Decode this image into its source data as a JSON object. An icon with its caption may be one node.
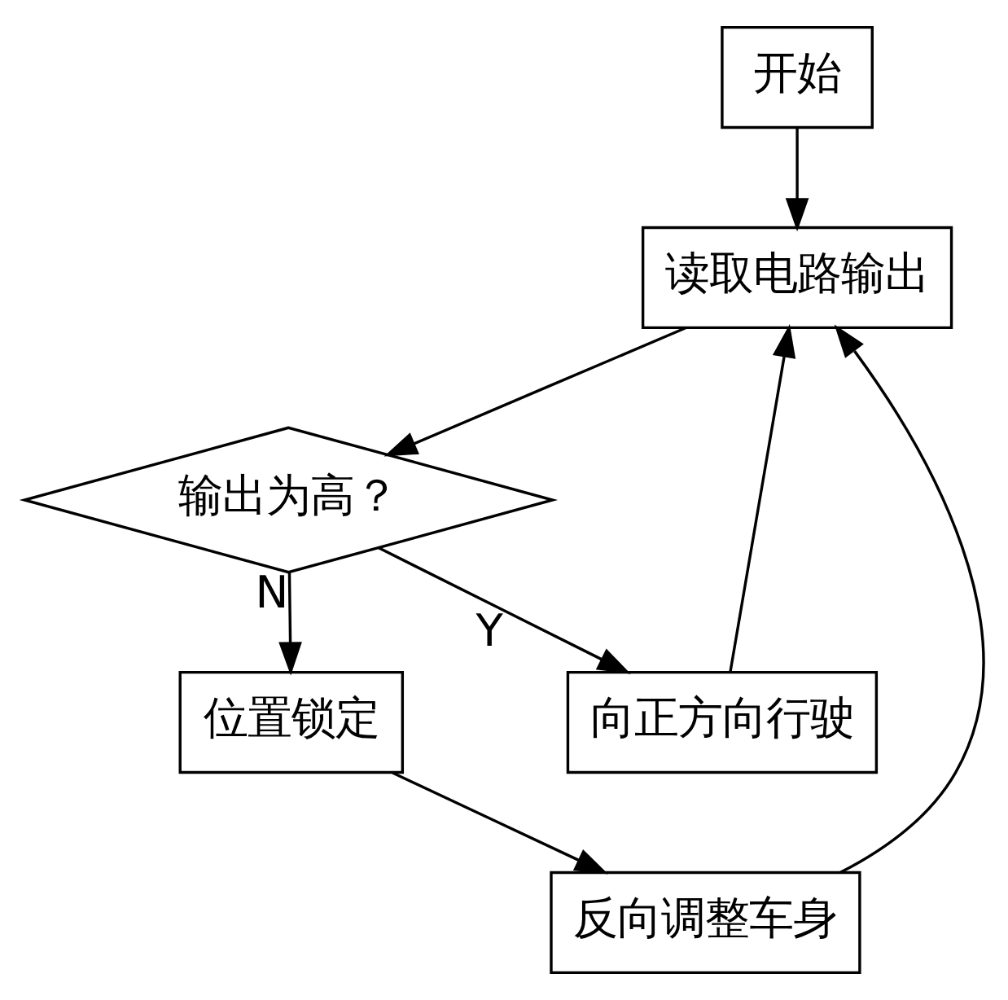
{
  "diagram": {
    "nodes": [
      {
        "text": [
          "开始"
        ]
      },
      {
        "text": [
          "读取电路输出"
        ]
      },
      {
        "text": [
          "输出为高？"
        ]
      },
      {
        "text": [
          "位置锁定"
        ]
      },
      {
        "text": [
          "向正方向行驶"
        ]
      },
      {
        "text": [
          "反向调整车身"
        ]
      }
    ],
    "edges": [
      {
        "from": 0,
        "to": 1,
        "arrow": "to"
      },
      {
        "from": 1,
        "to": 2,
        "arrow": "to"
      },
      {
        "from": 2,
        "to": 3,
        "arrow": "to",
        "label": "N"
      },
      {
        "from": 2,
        "to": 4,
        "arrow": "to",
        "label": "Y"
      },
      {
        "from": 3,
        "to": 5,
        "arrow": "to"
      },
      {
        "from": 4,
        "to": 1,
        "arrow": "to"
      },
      {
        "from": 5,
        "to": 1,
        "arrow": "to"
      }
    ]
  }
}
